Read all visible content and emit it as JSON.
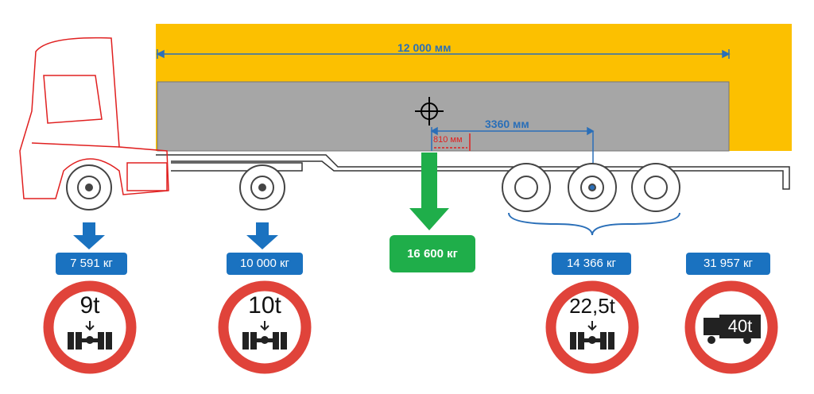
{
  "dimensions": {
    "length": "12 000 мм",
    "axle_distance": "3360 мм",
    "cg_offset": "810 мм"
  },
  "loads": {
    "front_axle": "7 591 кг",
    "drive_axle": "10 000 кг",
    "cargo": "16 600 кг",
    "trailer_axles": "14 366 кг",
    "total": "31 957 кг"
  },
  "signs": {
    "front": "9t",
    "drive": "10t",
    "trailer": "22,5t",
    "total": "40t"
  },
  "colors": {
    "cargo_top": "#fcc000",
    "cargo_body": "#a6a6a6",
    "label": "#1a72c0",
    "cargo_label": "#1fae4a",
    "sign_ring": "#e0433a"
  }
}
